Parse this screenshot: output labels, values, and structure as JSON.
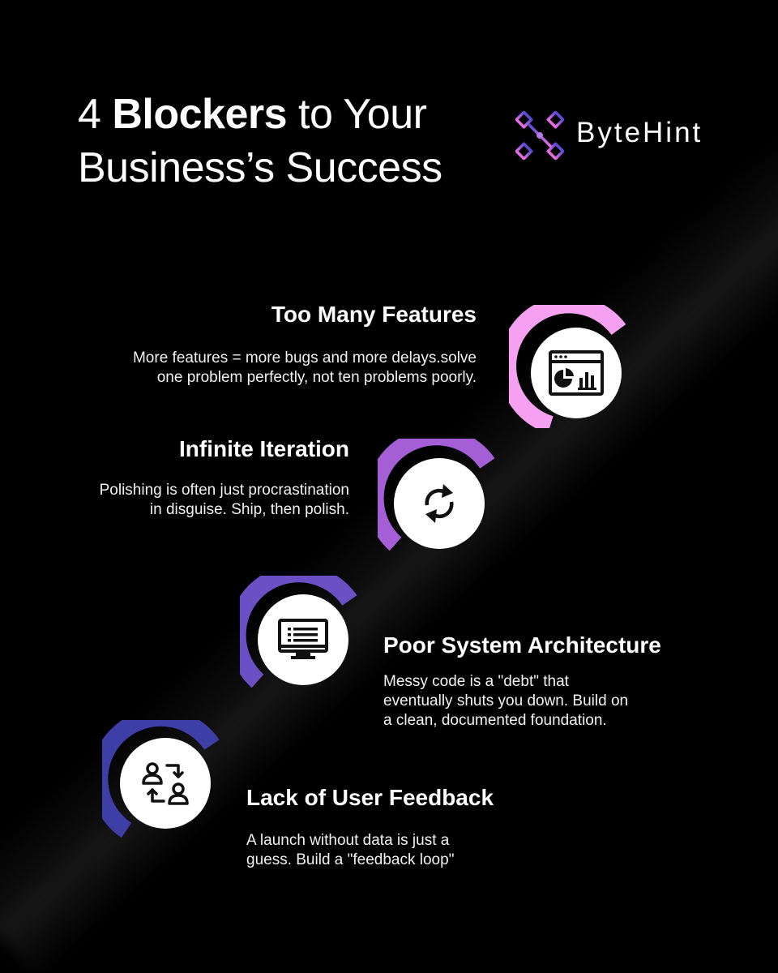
{
  "title": {
    "line1_number": "4",
    "line1_bold": "Blockers",
    "line1_rest": "to Your",
    "line2": "Business’s Success"
  },
  "brand": {
    "name": "ByteHint",
    "logo_icon": "bytehint-logo-icon"
  },
  "colors": {
    "background": "#000000",
    "step1": "#f5a0f0",
    "step2": "#a45fd6",
    "step3": "#6b4fc4",
    "step4": "#3d3fa6"
  },
  "blockers": [
    {
      "heading": "Too Many Features",
      "description_lines": [
        "More features = more bugs and more delays.solve",
        "one problem perfectly, not ten problems poorly."
      ],
      "icon": "dashboard-window-icon"
    },
    {
      "heading": "Infinite Iteration",
      "description_lines": [
        "Polishing is often just procrastination",
        "in disguise. Ship, then polish."
      ],
      "icon": "refresh-cycle-icon"
    },
    {
      "heading": "Poor System Architecture",
      "description_lines": [
        "Messy code is a \"debt\" that",
        "eventually shuts you down. Build on",
        "a clean, documented foundation."
      ],
      "icon": "monitor-list-icon"
    },
    {
      "heading": "Lack of User Feedback",
      "description_lines": [
        "A launch without data is just a",
        "guess. Build a \"feedback loop\""
      ],
      "icon": "user-exchange-icon"
    }
  ]
}
